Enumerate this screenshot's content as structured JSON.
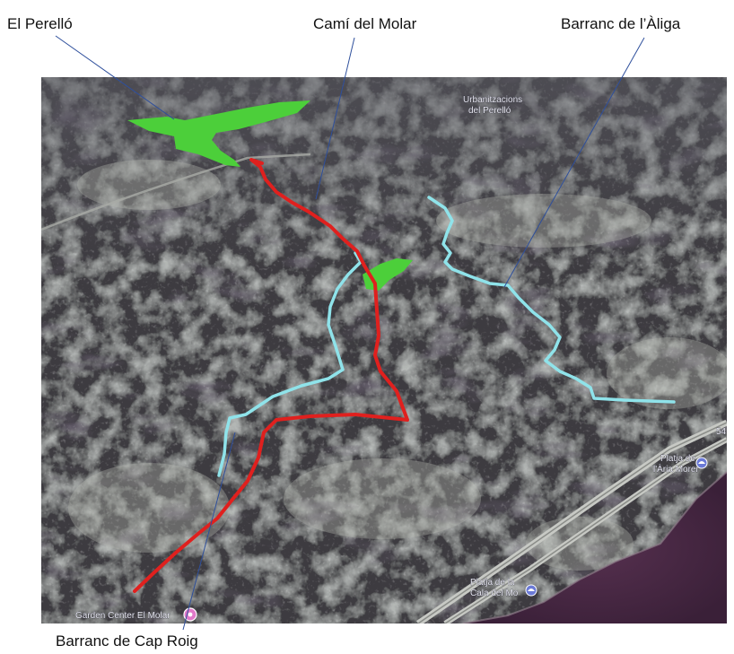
{
  "annotations": {
    "el_perello": "El Perelló",
    "cami_molar": "Camí del Molar",
    "barranc_aliga": "Barranc de l’Àliga",
    "barranc_cap_roig": "Barranc de Cap Roig"
  },
  "map_labels": {
    "top_place_1": "Urbanitzacions",
    "top_place_2": "del Perelló",
    "platja_1": "Platja de",
    "platja_2": "l'Ària Morer",
    "platja_bottom_1": "Platja de la",
    "platja_bottom_2": "Cala del Mo",
    "garden_center": "Garden Center El Molar",
    "edge_label": "54"
  },
  "legend_colors": {
    "cami_route": "#e0201e",
    "barranc_streams": "#8fe3ea",
    "areas": "#4ccf3a",
    "sea": "#4a2a48"
  },
  "icons": {
    "garden_center_marker": "pink-pin-icon",
    "beach_marker": "beach-umbrella-icon"
  }
}
